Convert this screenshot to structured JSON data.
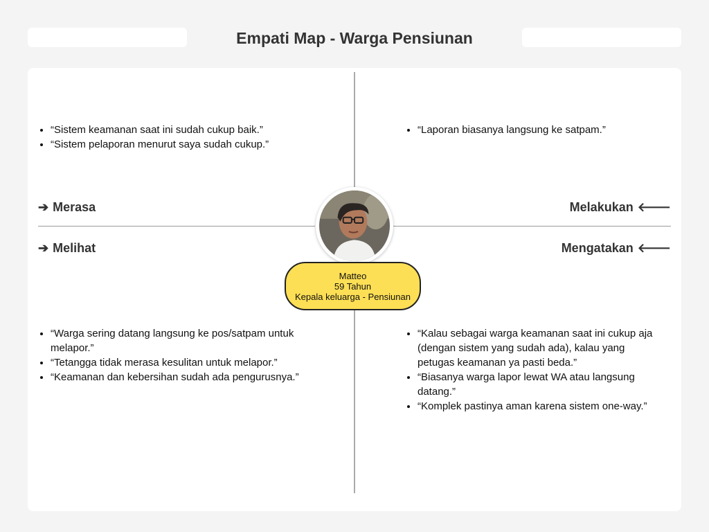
{
  "title": "Empati Map - Warga Pensiunan",
  "persona": {
    "name": "Matteo",
    "age": "59 Tahun",
    "role": "Kepala keluarga - Pensiunan"
  },
  "quadrants": {
    "merasa": {
      "label": "Merasa",
      "items": [
        "“Sistem keamanan saat ini sudah cukup baik.”",
        "“Sistem pelaporan menurut saya sudah cukup.”"
      ]
    },
    "melakukan": {
      "label": "Melakukan",
      "items": [
        "“Laporan biasanya langsung ke satpam.”"
      ]
    },
    "melihat": {
      "label": "Melihat",
      "items": [
        "“Warga sering datang langsung ke pos/satpam untuk melapor.”",
        "“Tetangga tidak merasa kesulitan untuk melapor.”",
        "“Keamanan dan kebersihan sudah ada pengurusnya.”"
      ]
    },
    "mengatakan": {
      "label": "Mengatakan",
      "items": [
        "“Kalau sebagai warga keamanan saat ini cukup aja (dengan sistem yang sudah ada), kalau yang petugas keamanan ya pasti beda.”",
        "“Biasanya warga lapor lewat WA atau langsung datang.”",
        "“Komplek pastinya aman karena sistem one-way.”"
      ]
    }
  },
  "icons": {
    "arrow_right": "arrow-right-icon",
    "arrow_left": "arrow-left-icon"
  },
  "colors": {
    "persona_card": "#fddf55",
    "board": "#ffffff",
    "background": "#f4f4f4"
  }
}
